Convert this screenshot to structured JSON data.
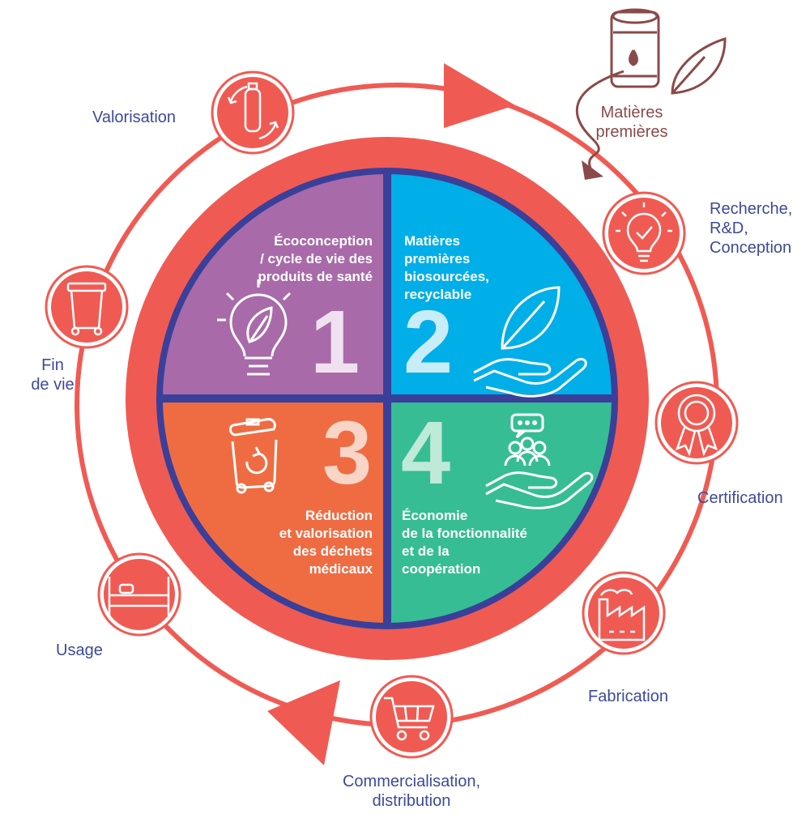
{
  "colors": {
    "accent": "#ef5b53",
    "ring_dark": "#e44e49",
    "divider": "#3a3f9a",
    "q1": "#a86aa9",
    "q2": "#00aee8",
    "q3": "#ef6c43",
    "q4": "#36bd94",
    "label": "#3d4a9a",
    "raw_material": "#8a4a4a"
  },
  "cycle_steps": [
    {
      "id": "raw",
      "label": "Matières\npremières",
      "icon": "barrel-leaf-icon"
    },
    {
      "id": "research",
      "label": "Recherche,\nR&D,\nConception",
      "icon": "lightbulb-icon"
    },
    {
      "id": "certification",
      "label": "Certification",
      "icon": "award-ribbon-icon"
    },
    {
      "id": "fabrication",
      "label": "Fabrication",
      "icon": "factory-icon"
    },
    {
      "id": "commercial",
      "label": "Commercialisation,\ndistribution",
      "icon": "shopping-cart-icon"
    },
    {
      "id": "usage",
      "label": "Usage",
      "icon": "bed-icon"
    },
    {
      "id": "endoflife",
      "label": "Fin\nde vie",
      "icon": "trash-bin-icon"
    },
    {
      "id": "valorisation",
      "label": "Valorisation",
      "icon": "recycle-bottle-icon"
    }
  ],
  "quadrants": [
    {
      "number": "1",
      "text": "Écoconception\n/ cycle de vie des\nproduits de santé",
      "icon": "eco-lightbulb-icon"
    },
    {
      "number": "2",
      "text": "Matières\npremières\nbiosourcées,\nrecyclable",
      "icon": "hand-leaf-icon"
    },
    {
      "number": "3",
      "text": "Réduction\net valorisation\ndes déchets\nmédicaux",
      "icon": "recycling-bin-icon"
    },
    {
      "number": "4",
      "text": "Économie\nde la fonctionnalité\net de la\ncoopération",
      "icon": "hand-community-icon"
    }
  ]
}
